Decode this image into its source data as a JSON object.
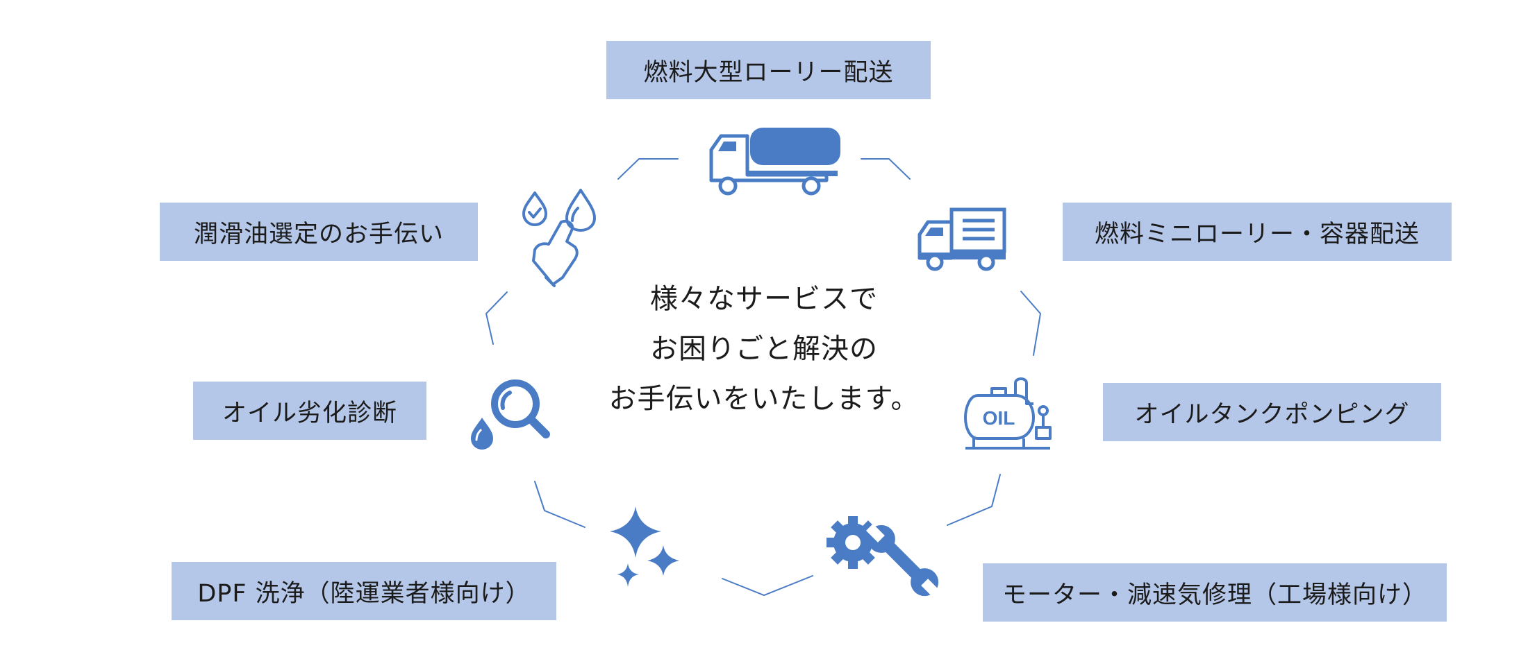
{
  "services": {
    "large_lorry": "燃料大型ローリー配送",
    "mini_lorry": "燃料ミニローリー・容器配送",
    "lubricant": "潤滑油選定のお手伝い",
    "oil_diagnosis": "オイル劣化診断",
    "tank_pumping": "オイルタンクポンピング",
    "dpf_cleaning": "DPF 洗浄（陸運業者様向け）",
    "motor_repair": "モーター・減速気修理（工場様向け）"
  },
  "center": {
    "line1": "様々なサービスで",
    "line2": "お困りごと解決の",
    "line3": "お手伝いをいたします。"
  },
  "tank_label": "OIL",
  "colors": {
    "accent": "#4a7cc6",
    "label_bg": "#b5c7e8",
    "text": "#1b1b1b"
  },
  "icons": {
    "large_lorry": "tanker-truck-icon",
    "mini_lorry": "delivery-truck-icon",
    "lubricant": "hand-drops-icon",
    "oil_diagnosis": "magnifier-drop-icon",
    "tank_pumping": "oil-tank-pump-icon",
    "dpf_cleaning": "sparkle-icon",
    "motor_repair": "gear-wrench-icon"
  }
}
